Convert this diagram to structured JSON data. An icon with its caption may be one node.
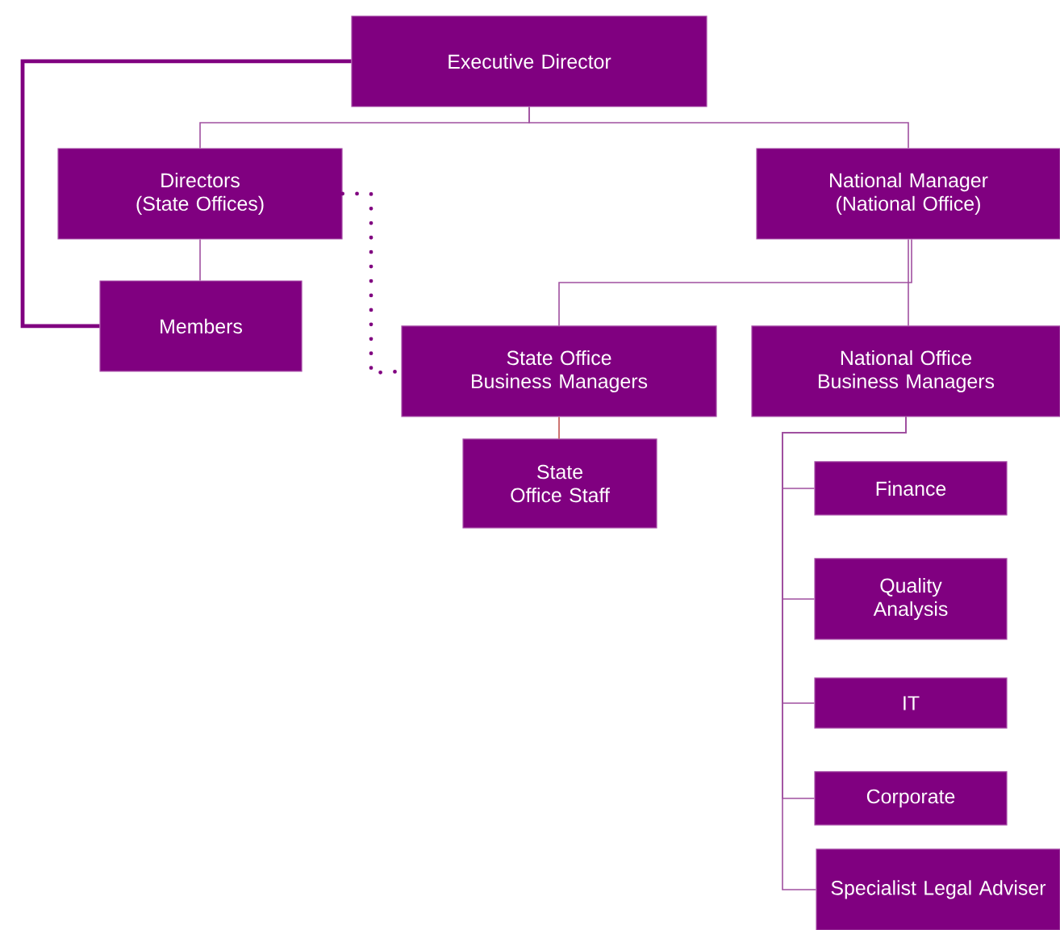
{
  "diagram": {
    "nodes": [
      {
        "text": [
          "Executive Director"
        ]
      },
      {
        "text": [
          "Directors (State Offices)"
        ]
      },
      {
        "text": [
          "National Manager (National Office)"
        ]
      },
      {
        "text": [
          "Members"
        ]
      },
      {
        "text": [
          "State Office Business Managers"
        ]
      },
      {
        "text": [
          "National Office Business Managers"
        ]
      },
      {
        "text": [
          "State Office Staff"
        ]
      },
      {
        "text": [
          "Finance"
        ]
      },
      {
        "text": [
          "Quality Analysis"
        ]
      },
      {
        "text": [
          "IT"
        ]
      },
      {
        "text": [
          "Corporate"
        ]
      },
      {
        "text": [
          "Specialist Legal Adviser"
        ]
      }
    ],
    "edges": [
      {
        "from": 0,
        "to": 1,
        "arrow": "none"
      },
      {
        "from": 0,
        "to": 2,
        "arrow": "none"
      },
      {
        "from": 1,
        "to": 3,
        "arrow": "none"
      },
      {
        "from": 0,
        "to": 3,
        "arrow": "none",
        "style": "thick"
      },
      {
        "from": 1,
        "to": 4,
        "arrow": "none",
        "style": "dashed"
      },
      {
        "from": 2,
        "to": 4,
        "arrow": "none"
      },
      {
        "from": 2,
        "to": 5,
        "arrow": "none"
      },
      {
        "from": 4,
        "to": 6,
        "arrow": "none",
        "color": "#c0504d"
      },
      {
        "from": 5,
        "to": 7,
        "arrow": "none"
      },
      {
        "from": 5,
        "to": 8,
        "arrow": "none"
      },
      {
        "from": 5,
        "to": 9,
        "arrow": "none"
      },
      {
        "from": 5,
        "to": 10,
        "arrow": "none"
      },
      {
        "from": 5,
        "to": 11,
        "arrow": "none"
      }
    ]
  }
}
